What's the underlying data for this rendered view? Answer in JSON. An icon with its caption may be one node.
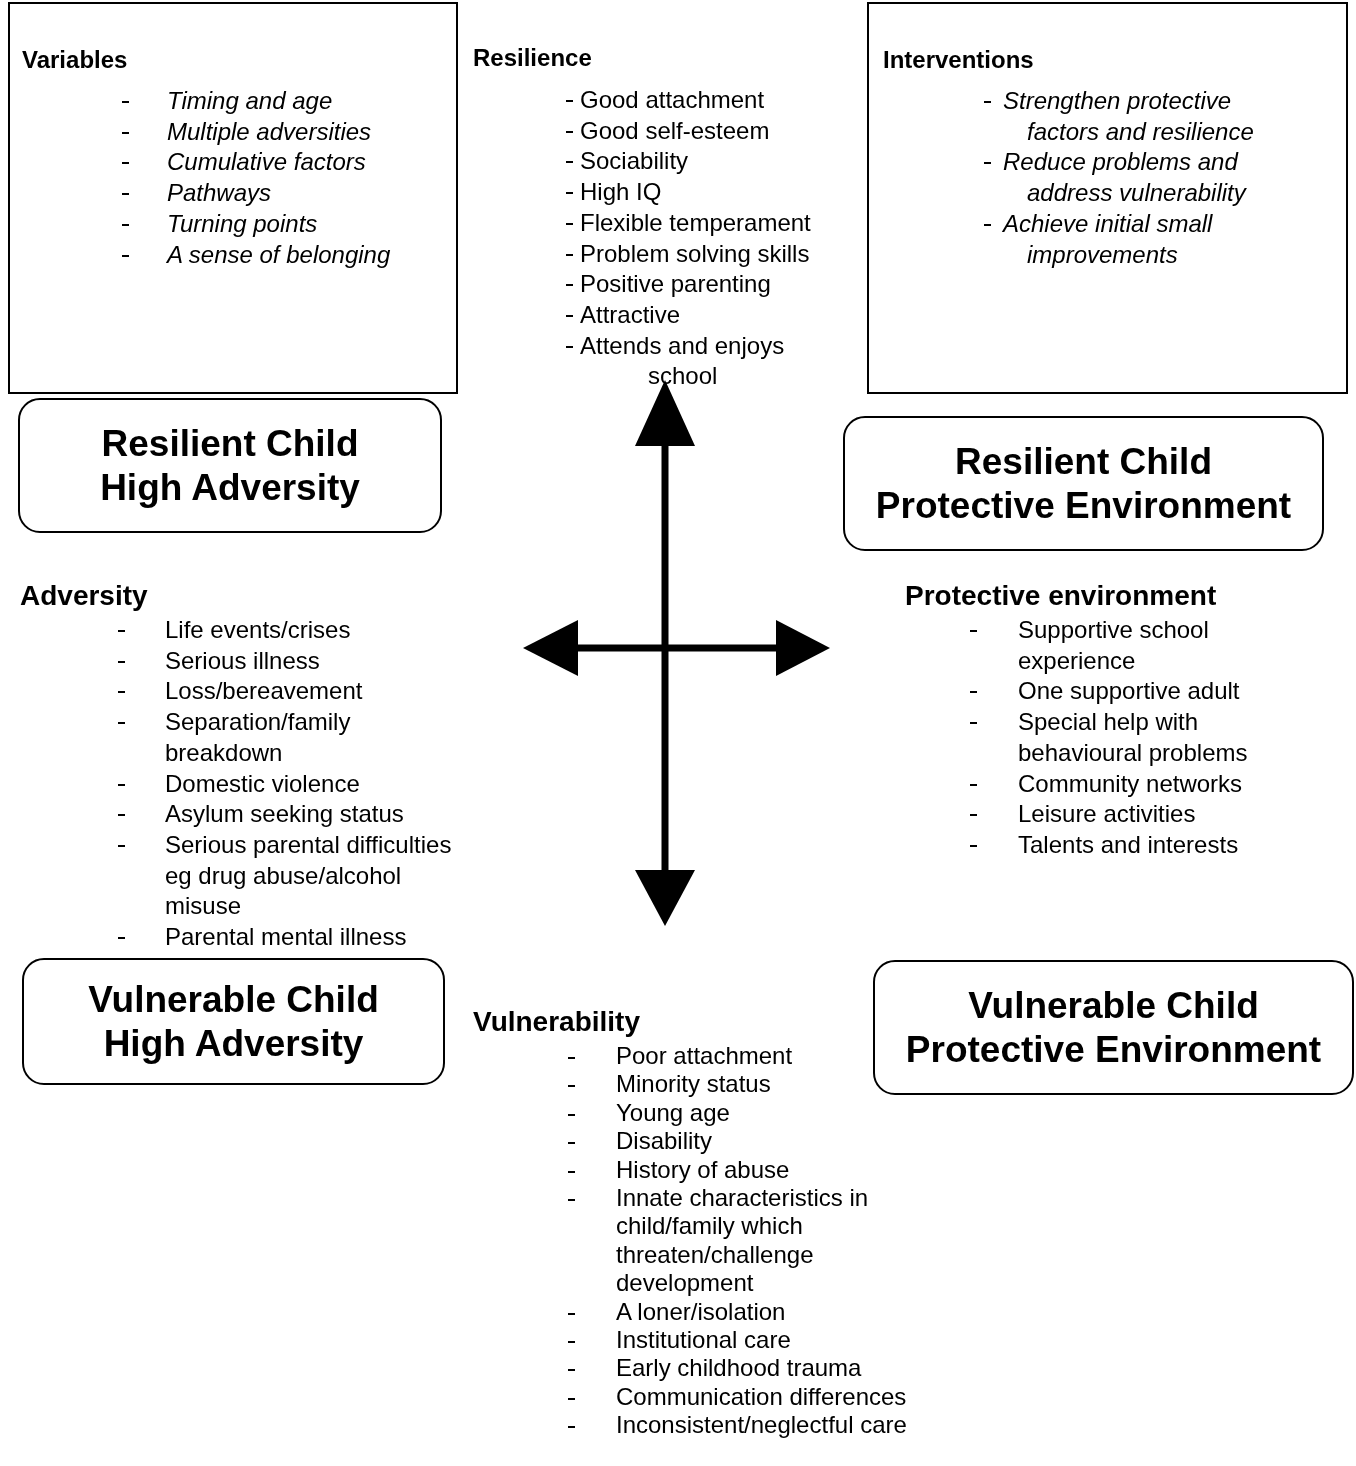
{
  "diagram": {
    "nodes": [
      {
        "text": [
          "Variables",
          "Timing and age",
          "Multiple adversities",
          "Cumulative factors",
          "Pathways",
          "Turning points",
          "A sense of belonging"
        ]
      },
      {
        "text": [
          "Interventions",
          "Strengthen protective factors and resilience",
          "Reduce problems and address vulnerability",
          "Achieve initial small improvements"
        ]
      },
      {
        "text": [
          "Resilient Child High Adversity"
        ]
      },
      {
        "text": [
          "Resilient Child Protective Environment"
        ]
      },
      {
        "text": [
          "Vulnerable Child High Adversity"
        ]
      },
      {
        "text": [
          "Vulnerable Child Protective Environment"
        ]
      }
    ],
    "edges": [],
    "labels": [
      "Resilience",
      "Good attachment",
      "Good self-esteem",
      "Sociability",
      "High IQ",
      "Flexible temperament",
      "Problem solving skills",
      "Positive parenting",
      "Attractive",
      "Attends and enjoys school",
      "Adversity",
      "Life events/crises",
      "Serious illness",
      "Loss/bereavement",
      "Separation/family breakdown",
      "Domestic violence",
      "Asylum seeking status",
      "Serious parental difficulties eg drug abuse/alcohol misuse",
      "Parental mental illness",
      "Protective environment",
      "Supportive school experience",
      "One supportive adult",
      "Special help with behavioural problems",
      "Community networks",
      "Leisure activities",
      "Talents and interests",
      "Vulnerability",
      "Poor attachment",
      "Minority status",
      "Young age",
      "Disability",
      "History of abuse",
      "Innate characteristics in child/family which threaten/challenge development",
      "A loner/isolation",
      "Institutional care",
      "Early childhood trauma",
      "Communication differences",
      "Inconsistent/neglectful care"
    ]
  }
}
